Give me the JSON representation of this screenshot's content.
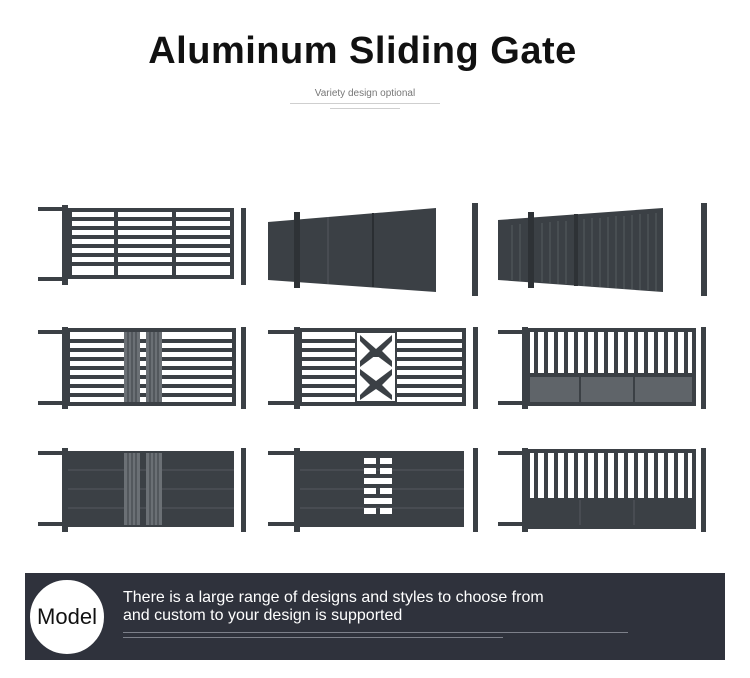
{
  "header": {
    "title": "Aluminum Sliding Gate",
    "subtitle": "Variety design optional"
  },
  "colors": {
    "gate": "#3b4045",
    "banner": "#2f323c",
    "badge_bg": "#ffffff",
    "text_light": "#ffffff"
  },
  "gallery": {
    "items": [
      {
        "design": "horizontal-slat-open-frame"
      },
      {
        "design": "solid-panel-perspective"
      },
      {
        "design": "louver-panel-perspective"
      },
      {
        "design": "horizontal-slat-perforated-center"
      },
      {
        "design": "horizontal-slat-pattern-center"
      },
      {
        "design": "vertical-picket-perforated-base"
      },
      {
        "design": "solid-panel-perforated-center"
      },
      {
        "design": "solid-panel-cutout-center"
      },
      {
        "design": "vertical-picket-solid-base"
      }
    ]
  },
  "banner": {
    "badge": "Model",
    "line1": "There is a large range of designs and styles to choose from",
    "line2": "and custom to your design is supported"
  }
}
